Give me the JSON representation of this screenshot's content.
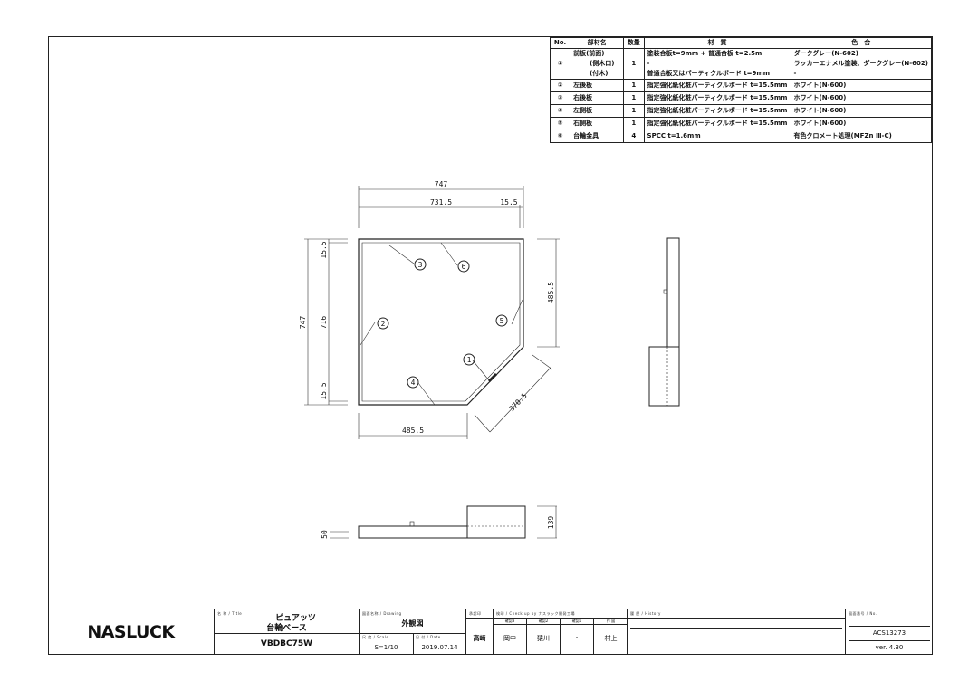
{
  "parts_table": {
    "headers": [
      "No.",
      "部材名",
      "数量",
      "材　質",
      "色　合"
    ],
    "rows": [
      {
        "no": "①",
        "name": [
          "前板(前面)",
          "(側木口)",
          "(付木)"
        ],
        "qty": "1",
        "material": [
          "塗装合板t=9mm + 普通合板 t=2.5m",
          "-",
          "普通合板又はパーティクルボード t=9mm"
        ],
        "color": [
          "ダークグレー(N-602)",
          "ラッカーエナメル塗装、ダークグレー(N-602)",
          "-"
        ]
      },
      {
        "no": "②",
        "name": [
          "左後板"
        ],
        "qty": "1",
        "material": [
          "指定強化紙化粧パーティクルボード t=15.5mm"
        ],
        "color": [
          "ホワイト(N-600)"
        ]
      },
      {
        "no": "③",
        "name": [
          "右後板"
        ],
        "qty": "1",
        "material": [
          "指定強化紙化粧パーティクルボード t=15.5mm"
        ],
        "color": [
          "ホワイト(N-600)"
        ]
      },
      {
        "no": "④",
        "name": [
          "左側板"
        ],
        "qty": "1",
        "material": [
          "指定強化紙化粧パーティクルボード t=15.5mm"
        ],
        "color": [
          "ホワイト(N-600)"
        ]
      },
      {
        "no": "⑤",
        "name": [
          "右側板"
        ],
        "qty": "1",
        "material": [
          "指定強化紙化粧パーティクルボード t=15.5mm"
        ],
        "color": [
          "ホワイト(N-600)"
        ]
      },
      {
        "no": "⑥",
        "name": [
          "台輪金具"
        ],
        "qty": "4",
        "material": [
          "SPCC t=1.6mm"
        ],
        "color": [
          "有色クロメート処理(MFZn Ⅲ-C)"
        ]
      }
    ]
  },
  "dimensions": {
    "width_total": "747",
    "width_inner": "731.5",
    "width_edge": "15.5",
    "height_total": "747",
    "height_inner": "716",
    "edge_top": "15.5",
    "edge_bottom": "15.5",
    "right_side": "485.5",
    "diagonal": "370.5",
    "bottom_side": "485.5",
    "front_height": "50",
    "box_height": "139"
  },
  "callouts": [
    "1",
    "2",
    "3",
    "4",
    "5",
    "6"
  ],
  "title_block": {
    "logo": "NASLUCK",
    "title_label": "名 称 / Title",
    "title_line1": "ピュアッツ",
    "title_line2": "台輪ベース",
    "model": "VBDBC75W",
    "drawing_label": "図面名称 / Drawing",
    "drawing": "外観図",
    "scale_label": "尺 度 / Scale",
    "scale": "S=1/10",
    "date_label": "日 付 / Date",
    "date": "2019.07.14",
    "approval_label": "承認印",
    "approval": "高崎",
    "check_label": "検印 / Check up by ナスラック開発工場",
    "check_headers": [
      "確認3",
      "確認2",
      "確認1",
      "作 図"
    ],
    "check_values": [
      "岡中",
      "猿川",
      "-",
      "村上"
    ],
    "history_label": "履 歴 / History",
    "no_label": "図面番号 / No.",
    "drawing_no": "ACS13273",
    "version": "ver. 4.30"
  }
}
